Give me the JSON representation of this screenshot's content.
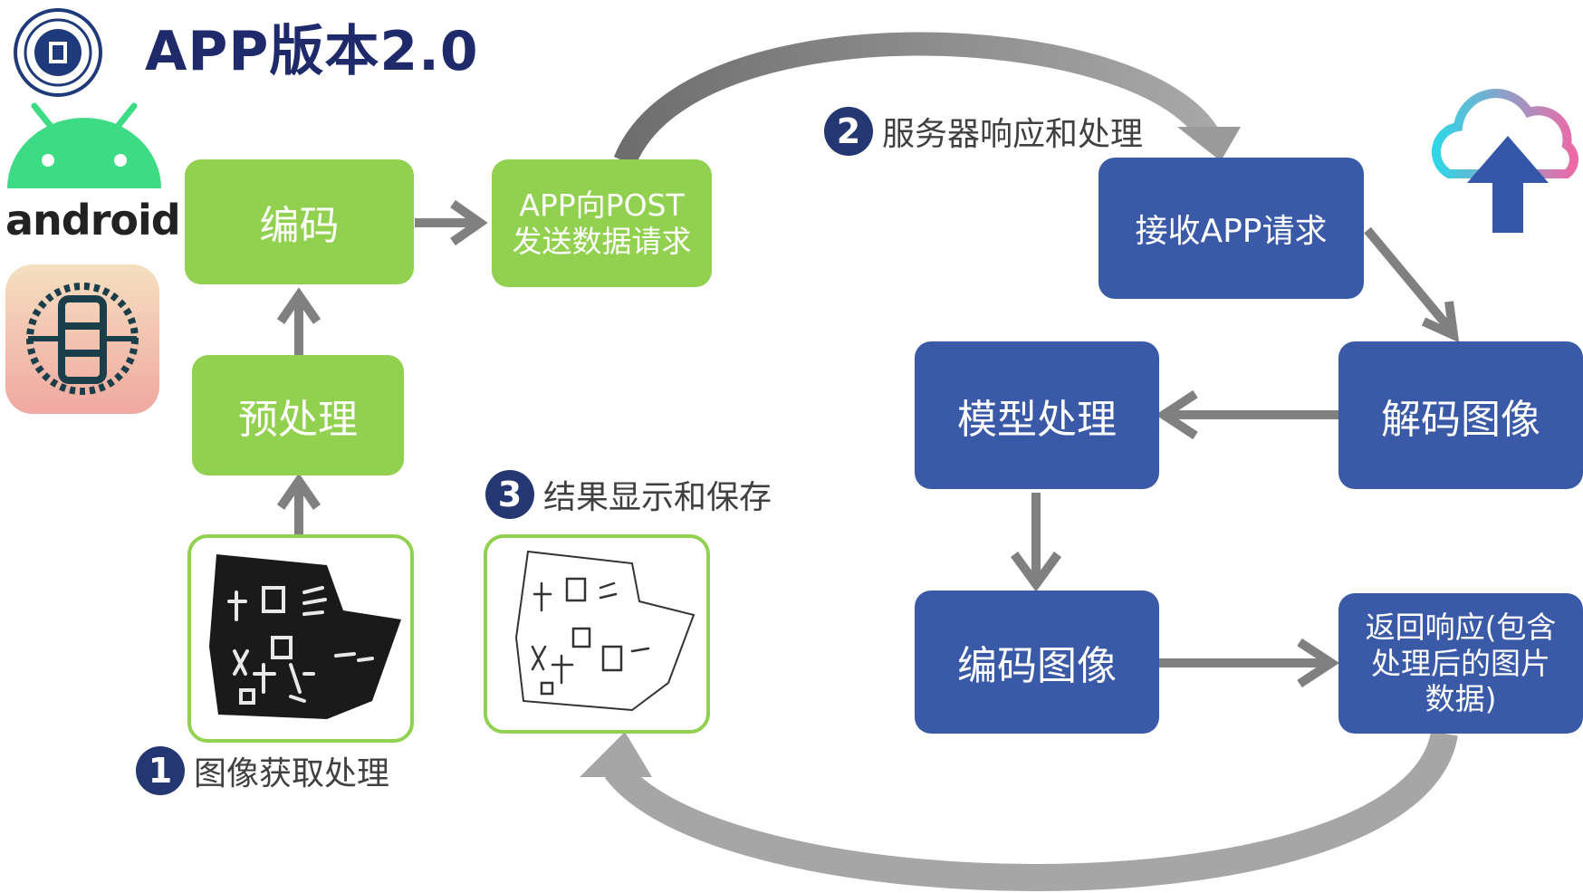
{
  "header": {
    "title": "APP版本2.0"
  },
  "brand": {
    "android_label": "android"
  },
  "colors": {
    "green": "#92d050",
    "blue": "#3a5aa8",
    "navy": "#253772",
    "arrow_gray": "#808080"
  },
  "icons": {
    "logo": "university-seal-icon",
    "android": "android-robot-icon",
    "app": "oracle-bone-app-icon",
    "cloud": "cloud-upload-icon"
  },
  "steps": {
    "s1": {
      "num": "1",
      "label": "图像获取处理"
    },
    "s2": {
      "num": "2",
      "label": "服务器响应和处理"
    },
    "s3": {
      "num": "3",
      "label": "结果显示和保存"
    }
  },
  "client": {
    "encode": "编码",
    "preprocess": "预处理",
    "post_line1": "APP向POST",
    "post_line2": "发送数据请求"
  },
  "server": {
    "receive": "接收APP请求",
    "decode": "解码图像",
    "model": "模型处理",
    "encode_image": "编码图像",
    "response_line1": "返回响应(包含",
    "response_line2": "处理后的图片",
    "response_line3": "数据)"
  }
}
